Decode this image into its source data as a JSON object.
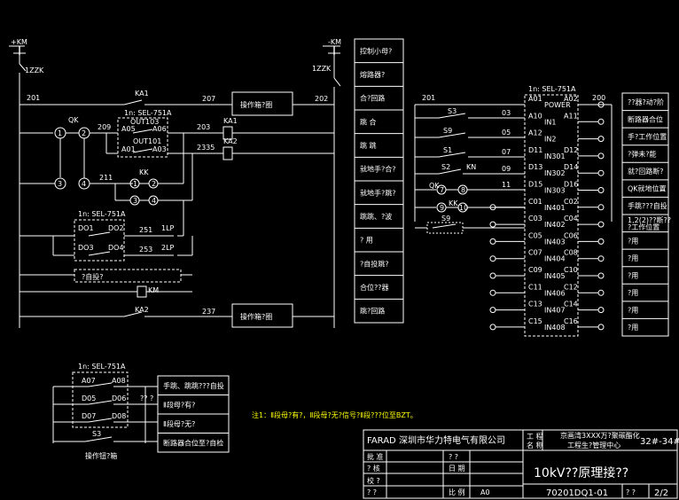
{
  "left_circuit": {
    "bus_pos": "+KM",
    "bus_neg": "-KM",
    "breaker_left": "1ZZK",
    "breaker_right": "1ZZK",
    "node_201": "201",
    "node_207": "207",
    "node_202": "202",
    "node_203": "203",
    "node_209": "209",
    "node_211": "211",
    "node_2335": "2335",
    "node_251": "251",
    "node_253": "253",
    "node_237": "237",
    "ka1": "KA1",
    "ka1_coil": "KA1",
    "ka2_coil": "KA2",
    "ka2": "KA2",
    "km": "KM",
    "qk": "QK",
    "kk": "KK",
    "relay1_title": "1n: SEL-751A",
    "out103": "OUT103",
    "out101": "OUT101",
    "a05": "A05",
    "a06": "A06",
    "a01": "A01",
    "a03": "A03",
    "relay2_title": "1n: SEL-751A",
    "do1": "DO1",
    "do2": "DO2",
    "do3": "DO3",
    "do4": "DO4",
    "lp1": "1LP",
    "lp2": "2LP",
    "auto_close": "?自投?",
    "box_top": "操作箱?圈",
    "box_bottom": "操作箱?圈",
    "c1": "1",
    "c2": "2",
    "c3": "3",
    "c4": "4",
    "kk1": "1",
    "kk2": "2",
    "kk3": "3",
    "kk4": "4"
  },
  "middle_labels": [
    "控制小母?",
    "熔路器?",
    "合?回路",
    "跳  合",
    "跳  跳",
    "就地手?合?",
    "就地手?跳?",
    "跳跳、?波",
    "?  用",
    "?自投跳?",
    "合位??器",
    "跳?回路"
  ],
  "right_circuit": {
    "relay_title": "1n: SEL-751A",
    "node_201": "201",
    "node_200": "200",
    "s3": "S3",
    "s9": "S9",
    "s1": "S1",
    "s2": "S2",
    "kn": "KN",
    "qk": "QK",
    "kk": "KK",
    "s9b": "S9",
    "c7": "7",
    "c8": "8",
    "c9": "9",
    "c10": "10",
    "wire_03": "03",
    "wire_05": "05",
    "wire_07": "07",
    "wire_09": "09",
    "wire_11": "11",
    "left_pins": [
      "A01",
      "A10",
      "A12",
      "D11",
      "D13",
      "D15",
      "C01",
      "C03",
      "C05",
      "C07",
      "C09",
      "C11",
      "C13",
      "C15"
    ],
    "pin_labels": [
      "POWER",
      "IN1",
      "IN2",
      "IN301",
      "IN302",
      "IN303",
      "IN401",
      "IN402",
      "IN403",
      "IN404",
      "IN405",
      "IN406",
      "IN407",
      "IN408"
    ],
    "right_pins": [
      "A02",
      "A11",
      "",
      "D12",
      "D14",
      "D16",
      "C02",
      "C04",
      "C06",
      "C08",
      "C10",
      "C12",
      "C14",
      "C16"
    ]
  },
  "right_labels": [
    "??器?动?阶",
    "断路器合位",
    "手?工作位置",
    "?弹未?能",
    "就?回路断?",
    "QK就地位置",
    "手跳???自投",
    "1,2(2)??断??\n?工作位置",
    "?用",
    "?用",
    "?用",
    "?用",
    "?用",
    "?用"
  ],
  "legend_circuit": {
    "relay_title": "1n: SEL-751A",
    "a07": "A07",
    "a08": "A08",
    "d05": "D05",
    "d06": "D06",
    "d07": "D07",
    "d08": "D08",
    "side": "?? ?",
    "s3": "S3",
    "caption": "操作钮?箱",
    "boxes": [
      "手跳、跳跳???自投",
      "Ⅱ段母?有?",
      "Ⅱ段母?无?",
      "断路器合位至?自检"
    ]
  },
  "note": "注1：Ⅱ段母?有?，Ⅱ段母?无?信号?Ⅱ段???位至BZT。",
  "title_block": {
    "company_logo": "FARAD",
    "company": "深圳市华力特电气有限公司",
    "proj_label_1": "工 程",
    "proj_label_2": "名 称",
    "project_line1": "京画湾3XXX万?聚碳酯化",
    "project_line2": "工程生?管理中心",
    "project_suffix": "32#-34#",
    "row_labels": [
      "批 准",
      "?  核",
      "校  ?",
      "?  ?"
    ],
    "mid_labels": [
      "? ?",
      "日 期",
      "比 例"
    ],
    "scale": "A0",
    "drawing_title": "10kV??原理接??",
    "drawing_number": "70201DQ1-01",
    "sheet_label": "? ?",
    "sheet": "2/2"
  }
}
